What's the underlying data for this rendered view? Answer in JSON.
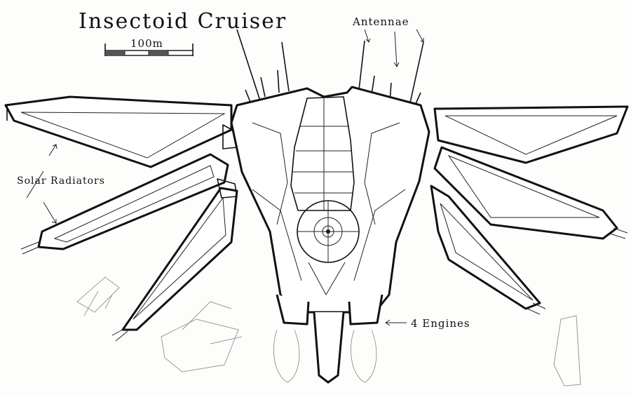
{
  "title": "Insectoid Cruiser",
  "scale_label": "100m",
  "labels": {
    "antennae": "Antennae",
    "solar_radiators": "Solar Radiators",
    "engines": "4 Engines"
  },
  "colors": {
    "ink": "#111111",
    "paper": "#fdfdfb",
    "pencil": "#9a9a9a"
  }
}
